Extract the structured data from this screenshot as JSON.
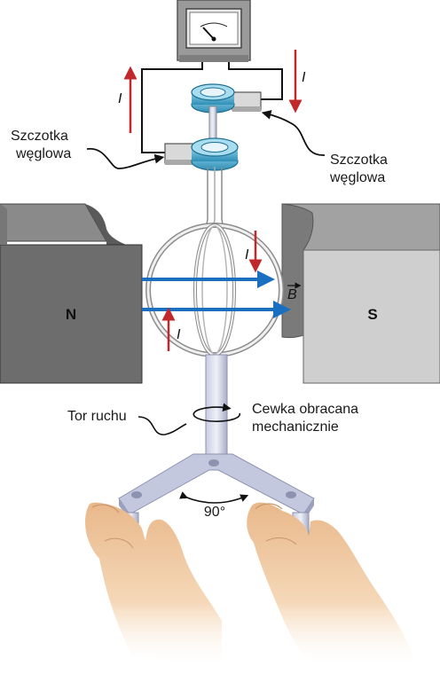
{
  "labels": {
    "brush_left": [
      "Szczotka",
      "węglowa"
    ],
    "brush_right": [
      "Szczotka",
      "węglowa"
    ],
    "current_symbol": "I",
    "field_symbol": "B",
    "pole_north": "N",
    "pole_south": "S",
    "path_label": "Tor ruchu",
    "coil_label": [
      "Cewka obracana",
      "mechanicznie"
    ],
    "angle_label": "90°"
  },
  "colors": {
    "field_arrow": "#1a6fc0",
    "current_arrow": "#c0282a",
    "magnet_front": "#6d6d6d",
    "magnet_south": "#cfcfcf",
    "ring": "#4aa6c9",
    "handle": "#b6bcd6",
    "skin": "#f1cfa7"
  },
  "icons": {
    "meter": "galvanometer-icon",
    "brush": "carbon-brush-icon"
  }
}
